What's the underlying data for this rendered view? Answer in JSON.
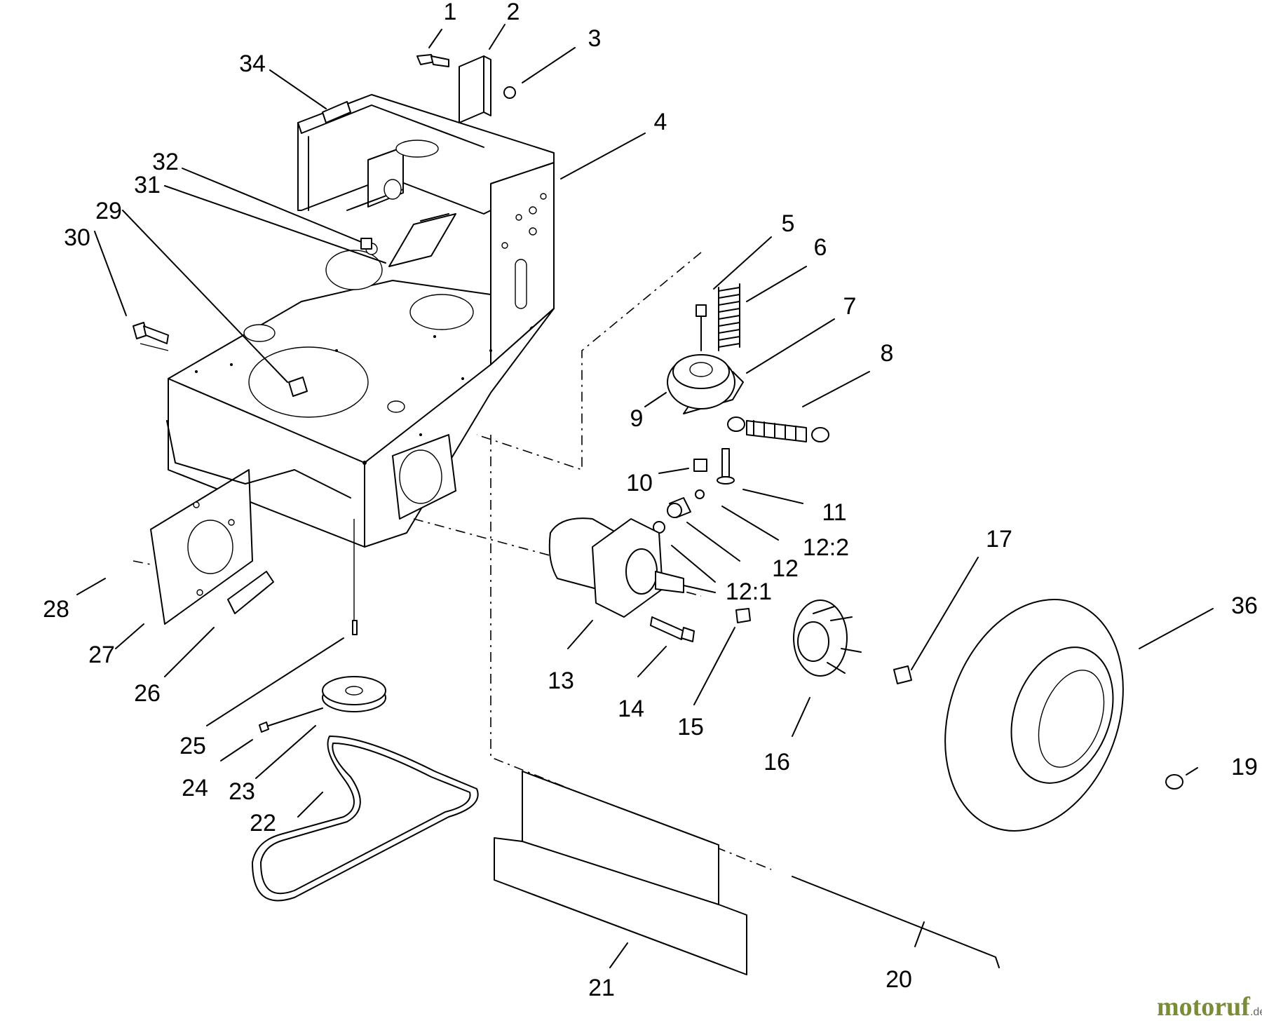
{
  "watermark": {
    "brand": "motoruf",
    "suffix": ".de"
  },
  "callouts": [
    "1",
    "2",
    "3",
    "4",
    "5",
    "6",
    "7",
    "8",
    "9",
    "10",
    "11",
    "12:2",
    "12",
    "12:1",
    "13",
    "14",
    "15",
    "16",
    "17",
    "36",
    "19",
    "20",
    "21",
    "22",
    "23",
    "24",
    "25",
    "26",
    "27",
    "28",
    "29",
    "30",
    "31",
    "32",
    "34"
  ]
}
